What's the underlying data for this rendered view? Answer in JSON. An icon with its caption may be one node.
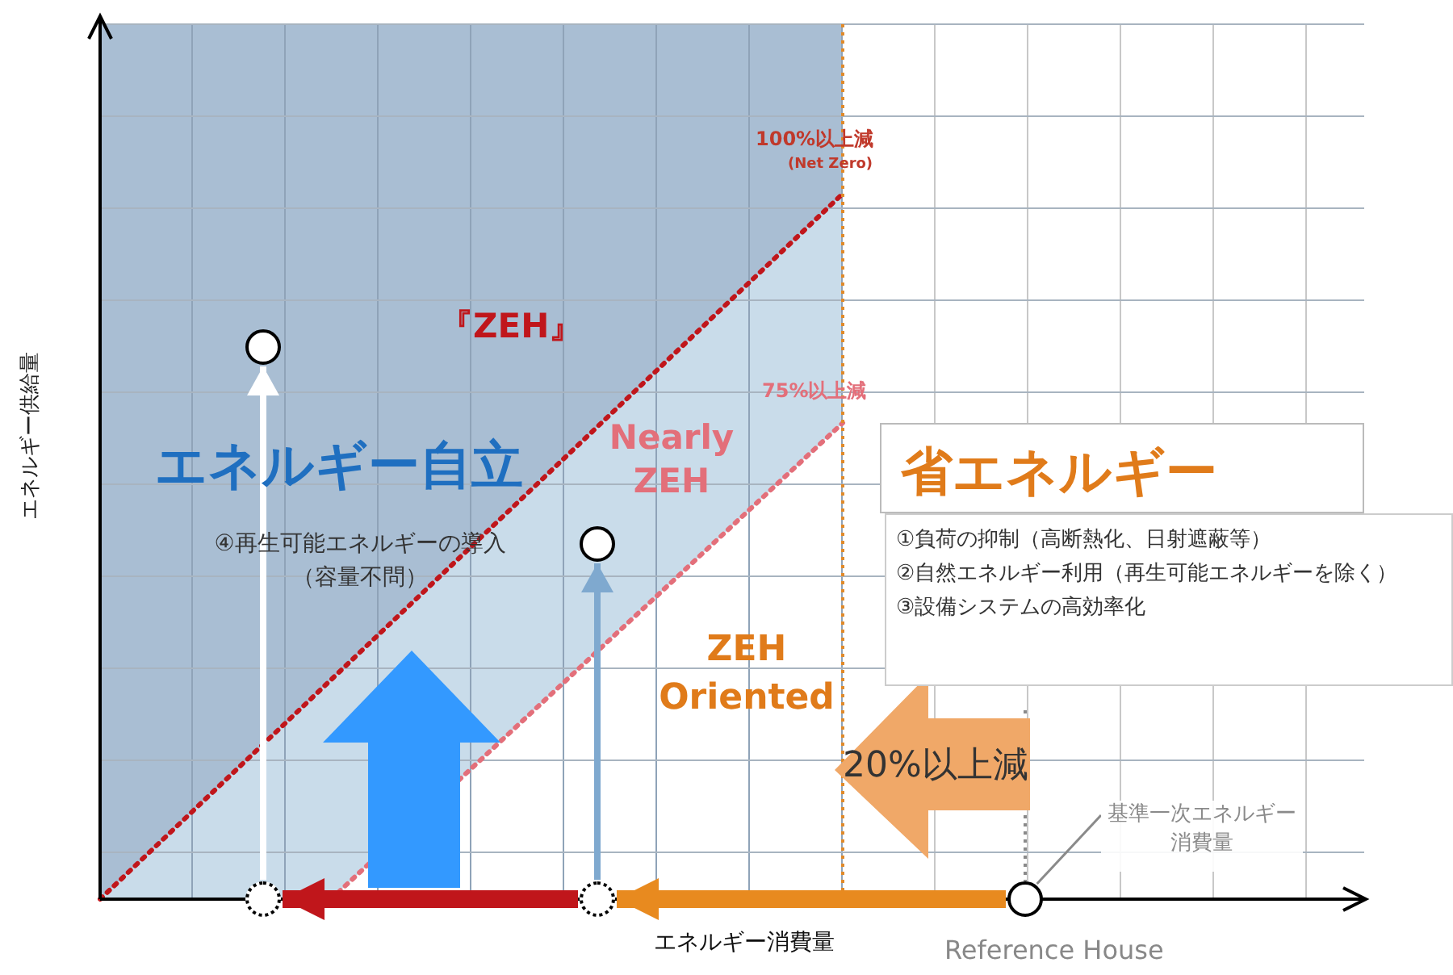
{
  "diagram": {
    "nodes": [
      {
        "text": [],
        "shape": "circle"
      },
      {
        "text": [
          "省エネルギー"
        ]
      },
      {
        "text": [],
        "shape": "circle"
      },
      {
        "text": [
          "①負荷の抑制（高断熱化、日射遮蔽等）",
          "②自然エネルギー利用（再生可能エネルギーを除く）",
          "③設備システムの高効率化"
        ]
      },
      {
        "text": [
          "基準一次エネルギー消費量"
        ]
      },
      {
        "text": [],
        "shape": "circle"
      },
      {
        "text": [],
        "shape": "circle"
      },
      {
        "text": [],
        "shape": "circle",
        "beside": [
          "Reference House"
        ]
      }
    ],
    "edges": [
      {
        "from": 5,
        "to": 0,
        "arrow": "to",
        "color": "#ffffff"
      },
      {
        "from": 6,
        "to": 2,
        "arrow": "to",
        "color": "#7fa9cf"
      },
      {
        "from": 6,
        "to": 5,
        "arrow": "to",
        "style": "thick",
        "color": "#c0161b"
      },
      {
        "from": 7,
        "to": 6,
        "arrow": "to",
        "style": "thick",
        "color": "#e88a1f"
      },
      {
        "from": 4,
        "to": 7,
        "arrow": "none",
        "color": "#8a8a8a"
      }
    ],
    "labels": [
      "100%以上減",
      "(Net Zero)",
      "『ZEH』",
      "75%以上減",
      "エネルギー供給量",
      "Nearly ZEH",
      "エネルギー自立",
      "④再生可能エネルギーの導入（容量不問）",
      "ZEH Oriented",
      "20%以上減",
      "エネルギー消費量"
    ]
  }
}
